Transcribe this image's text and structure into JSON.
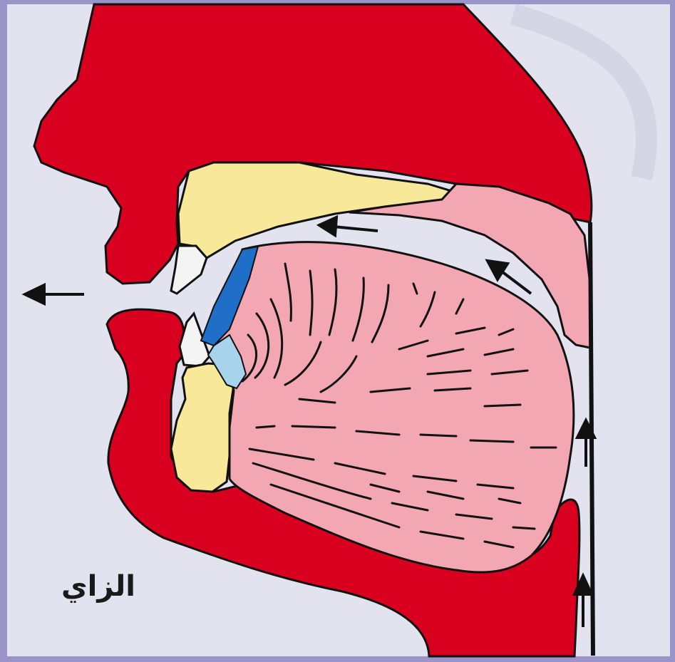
{
  "caption": "الزاي",
  "colors": {
    "border": "#9a94c8",
    "background": "#e2e3ef",
    "flesh": "#d8001e",
    "tongue": "#f3a7b3",
    "bone": "#f8e99a",
    "tooth": "#f4f4f4",
    "tongue_tip_dark": "#1f6fc8",
    "tongue_tip_light": "#a7d3ec",
    "lines": "#111111"
  },
  "airflow_arrows": [
    {
      "name": "arrow-lips-outward",
      "direction": "left"
    },
    {
      "name": "arrow-palate-forward",
      "direction": "left"
    },
    {
      "name": "arrow-velum-forward",
      "direction": "up-left"
    },
    {
      "name": "arrow-pharynx-up-upper",
      "direction": "up"
    },
    {
      "name": "arrow-pharynx-up-lower",
      "direction": "up"
    }
  ]
}
